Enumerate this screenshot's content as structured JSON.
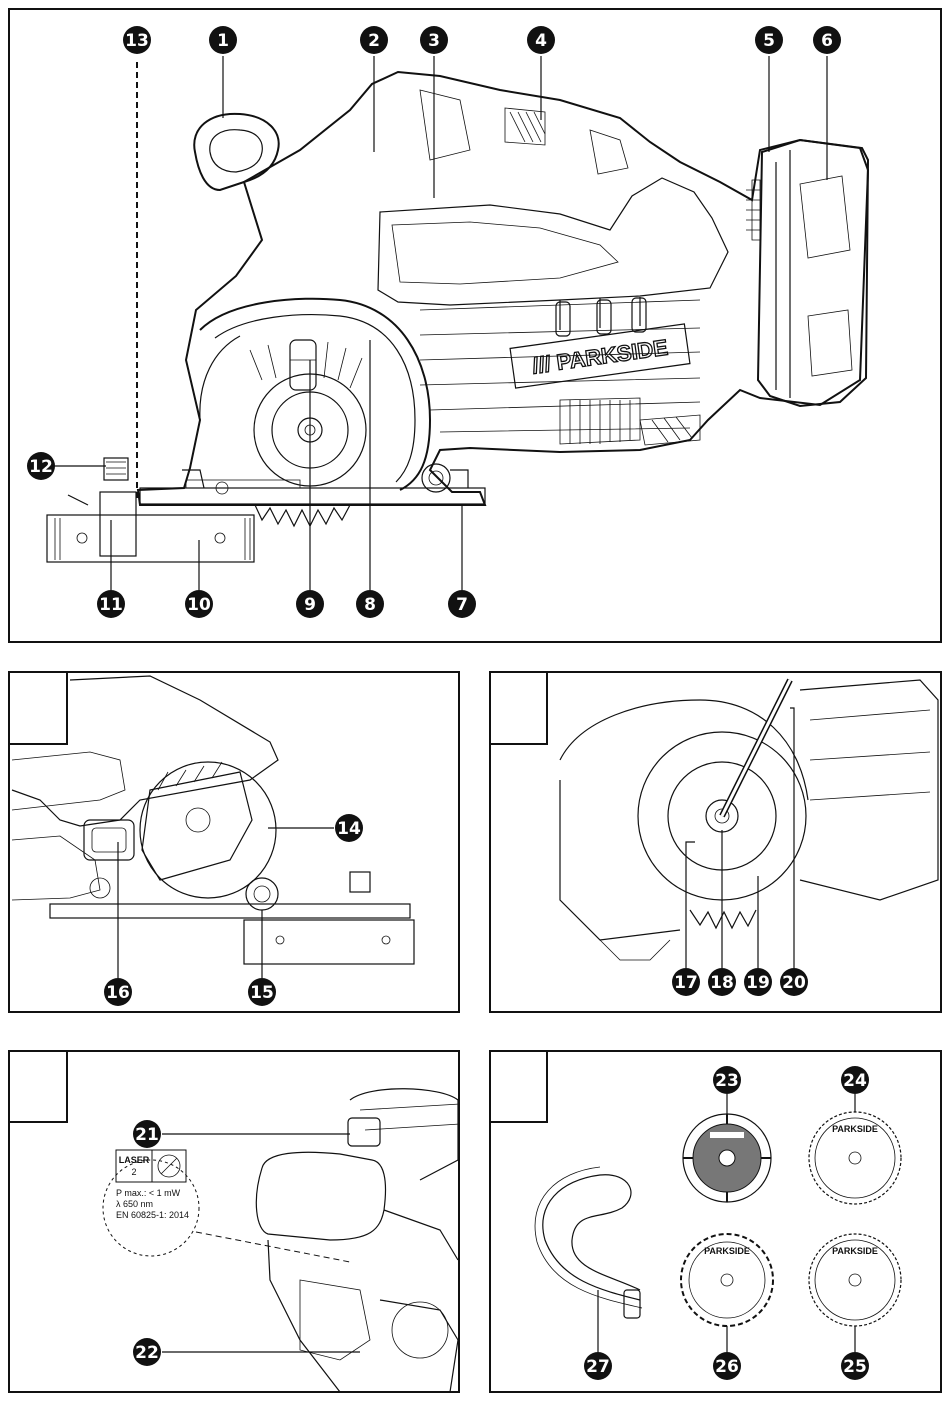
{
  "callouts": [
    "1",
    "2",
    "3",
    "4",
    "5",
    "6",
    "7",
    "8",
    "9",
    "10",
    "11",
    "12",
    "13",
    "14",
    "15",
    "16",
    "17",
    "18",
    "19",
    "20",
    "21",
    "22",
    "23",
    "24",
    "25",
    "26",
    "27"
  ],
  "brand": "/// PARKSIDE",
  "laser_label": {
    "title": "LASER",
    "class": "2",
    "pmax": "P max.: < 1 mW",
    "lambda": "λ  650 nm",
    "standard": "EN 60825-1: 2014"
  },
  "blade_brand": "PARKSIDE"
}
